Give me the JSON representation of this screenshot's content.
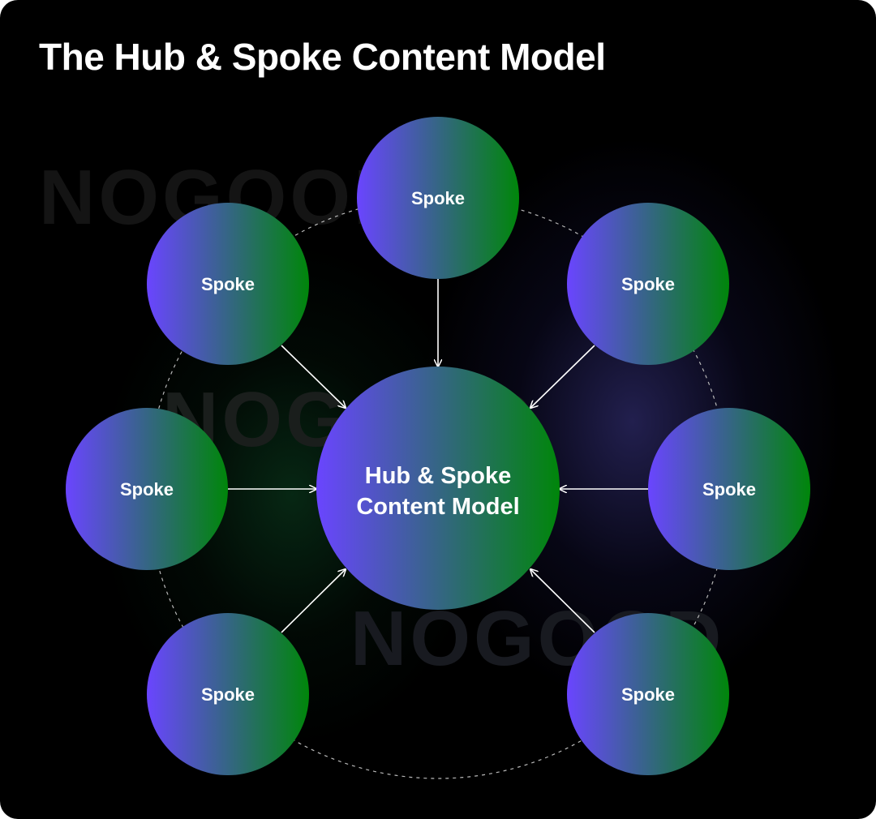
{
  "title": "The Hub & Spoke Content Model",
  "watermark": "NOGOOD",
  "hub": {
    "lines": [
      "Hub & Spoke",
      "Content Model"
    ]
  },
  "spokes": [
    {
      "label": "Spoke",
      "position": "top"
    },
    {
      "label": "Spoke",
      "position": "top-left"
    },
    {
      "label": "Spoke",
      "position": "top-right"
    },
    {
      "label": "Spoke",
      "position": "left"
    },
    {
      "label": "Spoke",
      "position": "right"
    },
    {
      "label": "Spoke",
      "position": "bottom-left"
    },
    {
      "label": "Spoke",
      "position": "bottom-right"
    }
  ],
  "colors": {
    "background": "#000000",
    "gradient_start": "#6A45FF",
    "gradient_end": "#00860A",
    "text": "#FFFFFF",
    "arrow": "#FFFFFF",
    "orbit": "#B8B8B8"
  }
}
